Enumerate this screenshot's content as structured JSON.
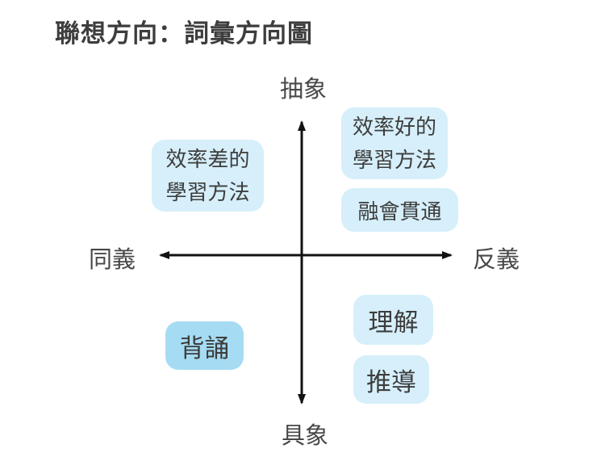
{
  "title": "聯想方向：詞彙方向圖",
  "axes": {
    "top": "抽象",
    "bottom": "具象",
    "left": "同義",
    "right": "反義"
  },
  "boxes": {
    "inefficient": {
      "text": "效率差的\n學習方法",
      "quadrant": "top-left"
    },
    "efficient": {
      "text": "效率好的\n學習方法",
      "quadrant": "top-right"
    },
    "integrate": {
      "text": "融會貫通",
      "quadrant": "top-right"
    },
    "recite": {
      "text": "背誦",
      "quadrant": "bottom-left"
    },
    "understand": {
      "text": "理解",
      "quadrant": "bottom-right"
    },
    "derive": {
      "text": "推導",
      "quadrant": "bottom-right"
    }
  },
  "colors": {
    "background": "#ffffff",
    "box_light": "#d6effa",
    "box_highlight": "#a6dcf3",
    "text": "#3d3d3d",
    "axis": "#121212"
  }
}
